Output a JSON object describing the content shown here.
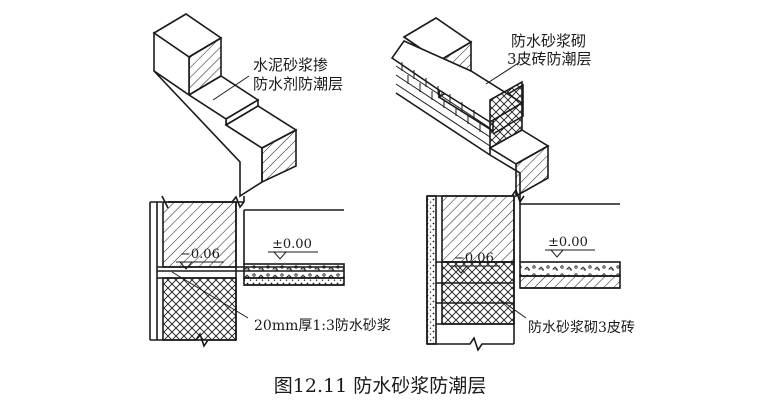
{
  "figure": {
    "caption": "图12.11  防水砂浆防潮层"
  },
  "panel_top_left": {
    "label_line1": "水泥砂浆掺",
    "label_line2": "防水剂防潮层"
  },
  "panel_top_right": {
    "label_line1": "防水砂浆砌",
    "label_line2": "3皮砖防潮层"
  },
  "panel_bottom_left": {
    "level_floor": "±0.00",
    "level_course": "−0.06",
    "note": "20mm厚1:3防水砂浆"
  },
  "panel_bottom_right": {
    "level_floor": "±0.00",
    "level_course": "−0.06",
    "note": "防水砂浆砌3皮砖"
  },
  "colors": {
    "ink": "#1a1a1a",
    "paper": "#ffffff"
  }
}
